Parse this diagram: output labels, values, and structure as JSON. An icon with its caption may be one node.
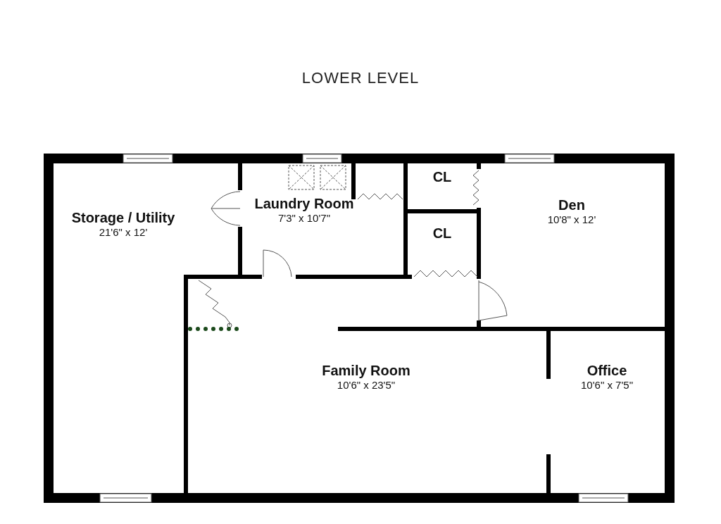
{
  "diagram": {
    "title": "LOWER LEVEL",
    "nodes": [
      {
        "text": [
          "Storage / Utility",
          "21'6\" x 12'"
        ]
      },
      {
        "text": [
          "Laundry Room",
          "7'3\" x 10'7\""
        ]
      },
      {
        "text": [
          "CL"
        ]
      },
      {
        "text": [
          "CL"
        ]
      },
      {
        "text": [
          "Den",
          "10'8\" x 12'"
        ]
      },
      {
        "text": [
          "Family Room",
          "10'6\" x 23'5\""
        ]
      },
      {
        "text": [
          "Office",
          "10'6\" x 7'5\""
        ]
      }
    ],
    "edges": []
  }
}
